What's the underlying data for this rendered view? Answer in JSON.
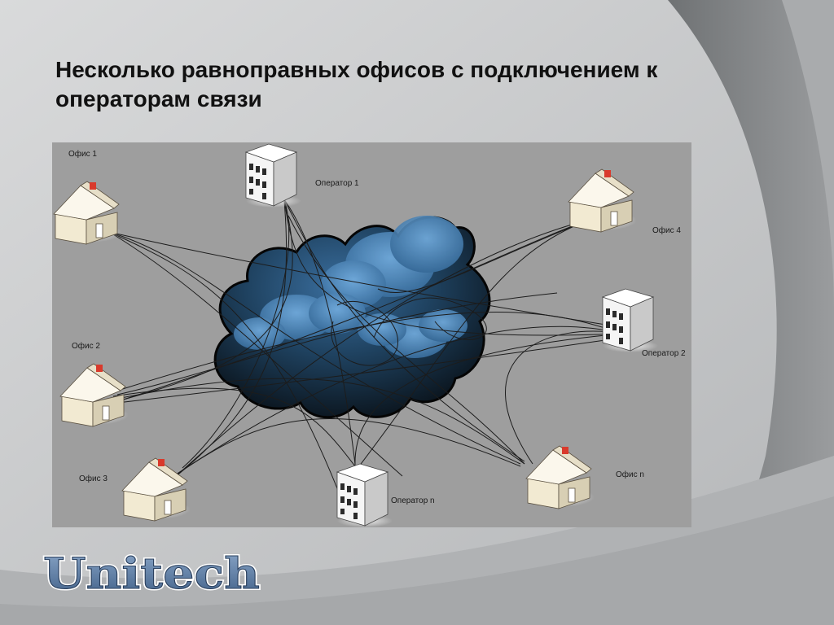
{
  "slide": {
    "title": "Несколько равноправных офисов с подключением к операторам связи"
  },
  "diagram": {
    "labels": {
      "office1": "Офис 1",
      "office2": "Офис 2",
      "office3": "Офис 3",
      "office4": "Офис 4",
      "officen": "Офис n",
      "operator1": "Оператор 1",
      "operator2": "Оператор 2",
      "operatorn": "Оператор n"
    }
  },
  "logo": {
    "text": "Unitech"
  },
  "colors": {
    "background": "#c4c6c8",
    "diagram_background": "#9e9e9e",
    "cloud_dark": "#0e1822",
    "cloud_light": "#5a97d0"
  }
}
